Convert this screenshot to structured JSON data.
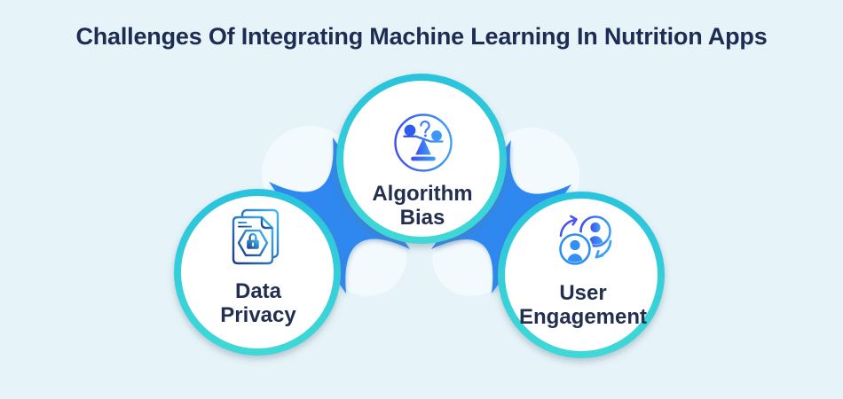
{
  "title": "Challenges Of Integrating Machine Learning In Nutrition Apps",
  "diagram": {
    "nodes": [
      {
        "id": "data-privacy",
        "line1": "Data",
        "line2": "Privacy",
        "icon": "documents-lock-icon"
      },
      {
        "id": "algorithm-bias",
        "line1": "Algorithm",
        "line2": "Bias",
        "icon": "balance-question-icon"
      },
      {
        "id": "user-engagement",
        "line1": "User",
        "line2": "Engagement",
        "icon": "users-sync-icon"
      }
    ],
    "colors": {
      "background": "#e6f4f9",
      "circle_fill": "#ffffff",
      "ring_teal_top": "#2ac3dd",
      "ring_teal_bottom": "#3fd8d6",
      "connector_blue": "#2e88ef",
      "goo_notch_white": "#f3fafd",
      "icon_gradient_start": "#3e4fee",
      "icon_gradient_end": "#3fa0f6",
      "doc_gradient_start": "#1c3a85",
      "doc_gradient_end": "#41bdf4",
      "title_text": "#1e2b52",
      "label_text": "#232f4e"
    }
  }
}
